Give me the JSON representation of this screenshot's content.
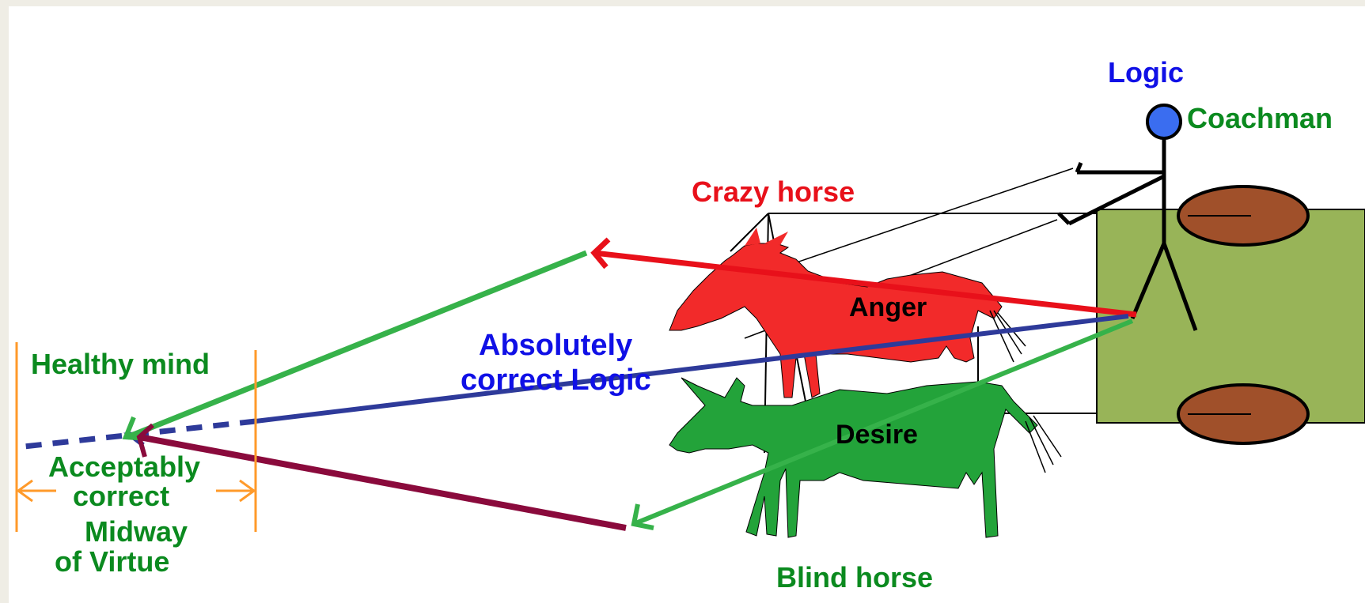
{
  "labels": {
    "logic": "Logic",
    "coachman": "Coachman",
    "crazy_horse": "Crazy horse",
    "anger": "Anger",
    "absolutely_correct_line1": "Absolutely",
    "absolutely_correct_line2": "correct Logic",
    "healthy_mind": "Healthy mind",
    "acceptably_line1": "Acceptably",
    "acceptably_line2": "correct",
    "midway_line1": "Midway",
    "midway_line2": "of Virtue",
    "desire": "Desire",
    "blind_horse": "Blind horse"
  },
  "colors": {
    "blue": "#1010e6",
    "dark_blue": "#2e3a9a",
    "green": "#0b8a1f",
    "red": "#e8101a",
    "maroon": "#8a0a3c",
    "orange": "#ff9a2a",
    "light_green_arrow": "#36b24a",
    "carriage": "#98b458",
    "wheel": "#a0502a",
    "horse_red": "#f22a2a",
    "horse_green": "#23a33a"
  }
}
